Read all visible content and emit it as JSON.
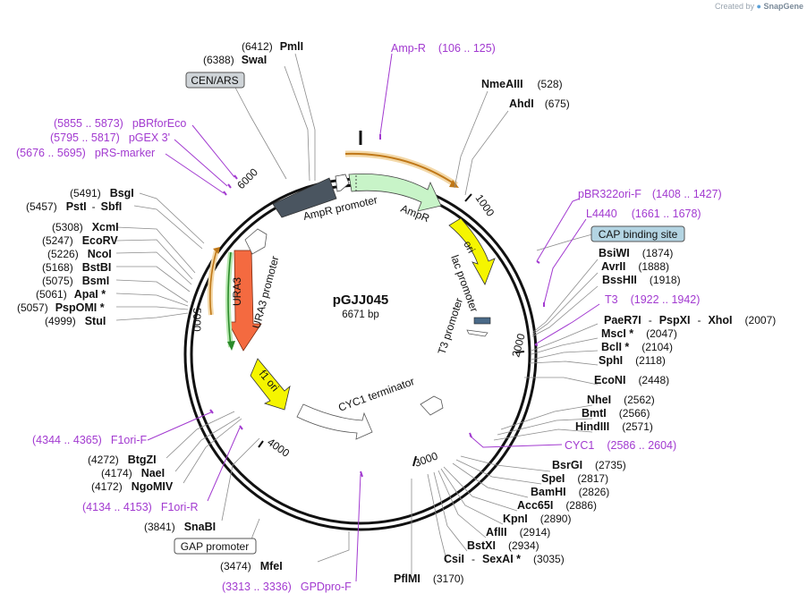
{
  "header": {
    "credit_prefix": "Created by",
    "credit_brand": "SnapGene"
  },
  "plasmid": {
    "name": "pGJJ045",
    "size": "6671 bp"
  },
  "ticks": [
    "1000",
    "2000",
    "3000",
    "4000",
    "5000",
    "6000"
  ],
  "features": {
    "ampr_promoter": "AmpR promoter",
    "ampr": "AmpR",
    "ori": "ori",
    "lac_promoter": "lac promoter",
    "t3_promoter": "T3 promoter",
    "cyc1_terminator": "CYC1 terminator",
    "f1_ori": "f1 ori",
    "ura3": "URA3",
    "ura3_promoter": "URA3 promoter"
  },
  "callouts": {
    "cen_ars": "CEN/ARS",
    "cap_site": "CAP binding site",
    "gap_promoter": "GAP promoter"
  },
  "enzymes": [
    {
      "name": "PmlI",
      "pos": "(6412)"
    },
    {
      "name": "SwaI",
      "pos": "(6388)"
    },
    {
      "name": "NmeAIII",
      "pos": "(528)"
    },
    {
      "name": "AhdI",
      "pos": "(675)"
    },
    {
      "name": "BsiWI",
      "pos": "(1874)"
    },
    {
      "name": "AvrII",
      "pos": "(1888)"
    },
    {
      "name": "BssHII",
      "pos": "(1918)"
    },
    {
      "name": "PaeR7I",
      "sep1": "-",
      "name2": "PspXI",
      "sep2": "-",
      "name3": "XhoI",
      "pos": "(2007)"
    },
    {
      "name": "MscI *",
      "pos": "(2047)"
    },
    {
      "name": "BclI *",
      "pos": "(2104)"
    },
    {
      "name": "SphI",
      "pos": "(2118)"
    },
    {
      "name": "EcoNI",
      "pos": "(2448)"
    },
    {
      "name": "NheI",
      "pos": "(2562)"
    },
    {
      "name": "BmtI",
      "pos": "(2566)"
    },
    {
      "name": "HindIII",
      "pos": "(2571)"
    },
    {
      "name": "BsrGI",
      "pos": "(2735)"
    },
    {
      "name": "SpeI",
      "pos": "(2817)"
    },
    {
      "name": "BamHI",
      "pos": "(2826)"
    },
    {
      "name": "Acc65I",
      "pos": "(2886)"
    },
    {
      "name": "KpnI",
      "pos": "(2890)"
    },
    {
      "name": "AflII",
      "pos": "(2914)"
    },
    {
      "name": "BstXI",
      "pos": "(2934)"
    },
    {
      "name": "CsiI",
      "sep1": "-",
      "name2": "SexAI *",
      "pos": "(3035)"
    },
    {
      "name": "PflMI",
      "pos": "(3170)"
    },
    {
      "name": "MfeI",
      "pos": "(3474)"
    },
    {
      "name": "SnaBI",
      "pos": "(3841)"
    },
    {
      "name": "NgoMIV",
      "pos": "(4172)"
    },
    {
      "name": "NaeI",
      "pos": "(4174)"
    },
    {
      "name": "BtgZI",
      "pos": "(4272)"
    },
    {
      "name": "StuI",
      "pos": "(4999)"
    },
    {
      "name": "PspOMI *",
      "pos": "(5057)"
    },
    {
      "name": "ApaI *",
      "pos": "(5061)"
    },
    {
      "name": "BsmI",
      "pos": "(5075)"
    },
    {
      "name": "BstBI",
      "pos": "(5168)"
    },
    {
      "name": "NcoI",
      "pos": "(5226)"
    },
    {
      "name": "EcoRV",
      "pos": "(5247)"
    },
    {
      "name": "XcmI",
      "pos": "(5308)"
    },
    {
      "name": "PstI",
      "sep1": "-",
      "name2": "SbfI",
      "pos": "(5457)"
    },
    {
      "name": "BsgI",
      "pos": "(5491)"
    }
  ],
  "primers": [
    {
      "name": "Amp-R",
      "range": "(106 .. 125)"
    },
    {
      "name": "pBR322ori-F",
      "range": "(1408 .. 1427)"
    },
    {
      "name": "L4440",
      "range": "(1661 .. 1678)"
    },
    {
      "name": "T3",
      "range": "(1922 .. 1942)"
    },
    {
      "name": "CYC1",
      "range": "(2586 .. 2604)"
    },
    {
      "name": "GPDpro-F",
      "range": "(3313 .. 3336)"
    },
    {
      "name": "F1ori-R",
      "range": "(4134 .. 4153)"
    },
    {
      "name": "F1ori-F",
      "range": "(4344 .. 4365)"
    },
    {
      "name": "pRS-marker",
      "range": "(5676 .. 5695)"
    },
    {
      "name": "pGEX 3'",
      "range": "(5795 .. 5817)"
    },
    {
      "name": "pBRforEco",
      "range": "(5855 .. 5873)"
    }
  ]
}
